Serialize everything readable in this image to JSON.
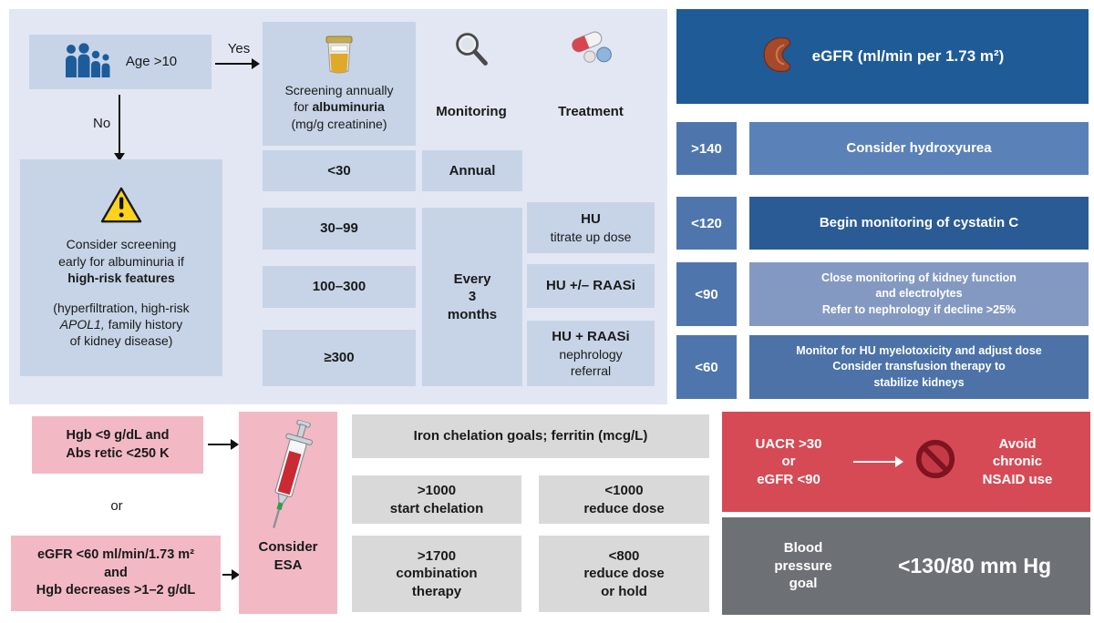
{
  "colors": {
    "panel_bg": "#e3e7f3",
    "box_blue": "#c7d4e7",
    "egfr_header": "#1f5b97",
    "egfr_label": "#4f76ac",
    "egfr_row1": "#5b82b8",
    "egfr_row2": "#2b5b94",
    "egfr_row3": "#8499c1",
    "egfr_row4": "#4c72a8",
    "pink": "#f2b9c4",
    "gray_box": "#d9d9d9",
    "red_box": "#d64a55",
    "bp_gray": "#6d7175"
  },
  "flow": {
    "age_label": "Age >10",
    "yes": "Yes",
    "no": "No",
    "screening": {
      "l1": "Screening annually",
      "l2_pre": "for ",
      "l2_bold": "albuminuria",
      "l3": "(mg/g creatinine)"
    },
    "monitoring_header": "Monitoring",
    "treatment_header": "Treatment",
    "warning": {
      "l1": "Consider screening",
      "l2": "early for albuminuria if",
      "l3": "high-risk features",
      "l4": "(hyperfiltration, high-risk",
      "l5_italic": "APOL1,",
      "l5_rest": " family history",
      "l6": "of kidney disease)"
    },
    "albuminuria": [
      "<30",
      "30–99",
      "100–300",
      "≥300"
    ],
    "monitoring": {
      "annual": "Annual",
      "q3_l1": "Every",
      "q3_l2": "3",
      "q3_l3": "months"
    },
    "treatments": [
      {
        "l1": "HU",
        "l2": "titrate up dose"
      },
      {
        "l1": "HU +/– RAASi"
      },
      {
        "l1": "HU + RAASi",
        "l2": "nephrology",
        "l3": "referral"
      }
    ]
  },
  "egfr": {
    "title": "eGFR (ml/min per 1.73 m²)",
    "rows": [
      {
        "t": ">140",
        "l1": "Consider hydroxyurea"
      },
      {
        "t": "<120",
        "l1": "Begin monitoring of cystatin C"
      },
      {
        "t": "<90",
        "l1": "Close monitoring of kidney function",
        "l2": "and electrolytes",
        "l3": "Refer to nephrology if decline >25%"
      },
      {
        "t": "<60",
        "l1": "Monitor for HU myelotoxicity and adjust dose",
        "l2": "Consider transfusion therapy to",
        "l3": "stabilize kidneys"
      }
    ]
  },
  "esa": {
    "c1_l1": "Hgb <9 g/dL and",
    "c1_l2": "Abs retic <250 K",
    "or": "or",
    "c2_l1": "eGFR <60 ml/min/1.73 m²",
    "c2_l2": "and",
    "c2_l3": "Hgb decreases >1–2 g/dL",
    "action_l1": "Consider",
    "action_l2": "ESA"
  },
  "chelation": {
    "header": "Iron chelation goals; ferritin (mcg/L)",
    "cells": [
      {
        "v": ">1000",
        "a1": "start chelation"
      },
      {
        "v": "<1000",
        "a1": "reduce dose"
      },
      {
        "v": ">1700",
        "a1": "combination",
        "a2": "therapy"
      },
      {
        "v": "<800",
        "a1": "reduce dose",
        "a2": "or hold"
      }
    ]
  },
  "nsaid": {
    "c_l1": "UACR >30",
    "c_l2": "or",
    "c_l3": "eGFR <90",
    "w_l1": "Avoid",
    "w_l2": "chronic",
    "w_l3": "NSAID use"
  },
  "bp": {
    "l1": "Blood",
    "l2": "pressure",
    "l3": "goal",
    "value": "<130/80 mm Hg"
  }
}
